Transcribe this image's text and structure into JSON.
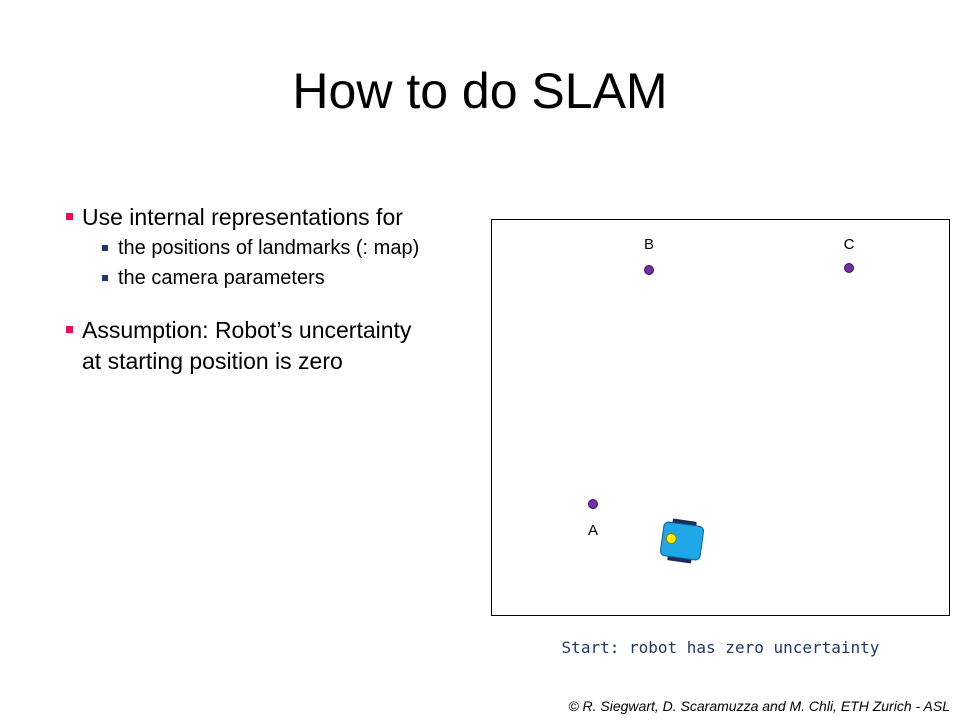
{
  "slide": {
    "title": "How to do SLAM",
    "bullets": [
      {
        "text": "Use internal representations for",
        "sub": [
          "the positions of landmarks (: map)",
          "the camera parameters"
        ]
      },
      {
        "lines": [
          "Assumption: Robot’s uncertainty",
          "at starting position is zero"
        ]
      }
    ],
    "landmarks": [
      {
        "label": "A"
      },
      {
        "label": "B"
      },
      {
        "label": "C"
      }
    ],
    "caption": "Start: robot has zero uncertainty",
    "footer": "© R. Siegwart, D. Scaramuzza and M. Chli, ETH Zurich - ASL"
  },
  "colors": {
    "bullet_level1": "#e0115f",
    "bullet_level2": "#1f3864",
    "landmark_fill": "#7030a0",
    "robot_body": "#1fa7e8",
    "robot_wheel": "#1f2a5c",
    "robot_sensor": "#ffee00",
    "caption_text": "#1f3864"
  }
}
